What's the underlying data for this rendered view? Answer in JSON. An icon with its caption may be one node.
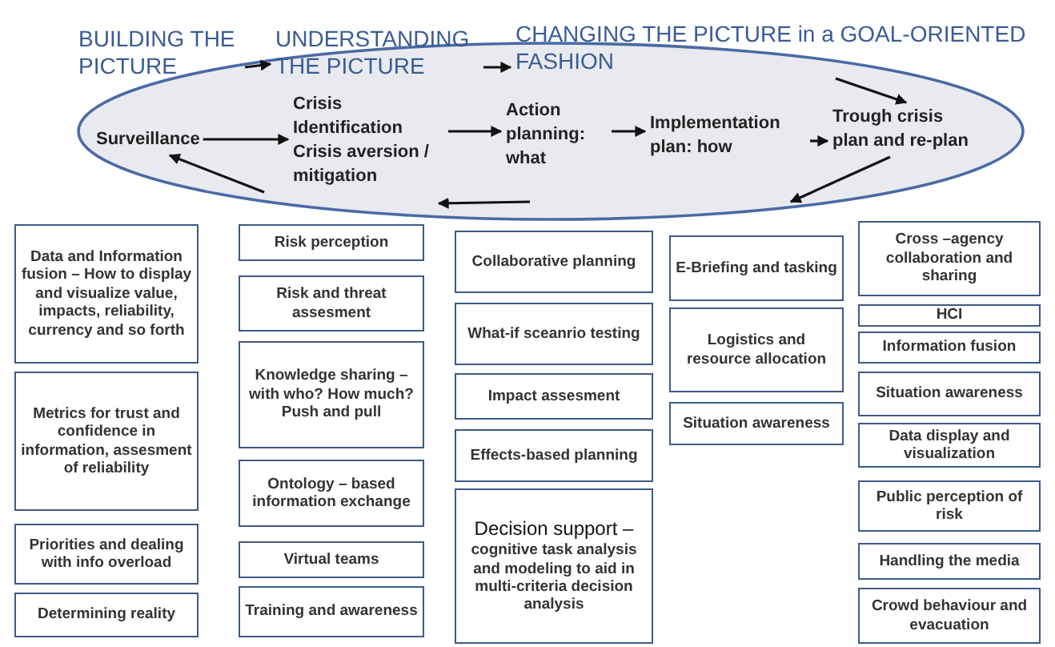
{
  "diagram": {
    "nodes": [
      {
        "text": [
          "BUILDING THE PICTURE"
        ]
      },
      {
        "text": [
          "UNDERSTANDING THE PICTURE"
        ]
      },
      {
        "text": [
          "CHANGING THE PICTURE in a GOAL-ORIENTED FASHION"
        ]
      },
      {
        "text": [],
        "shape": "ellipse"
      },
      {
        "text": [
          "Surveillance"
        ],
        "in": 3
      },
      {
        "text": [
          "Crisis Identification Crisis aversion / mitigation"
        ],
        "in": 3
      },
      {
        "text": [
          "Action planning: what"
        ],
        "in": 3
      },
      {
        "text": [
          "Implementation plan: how"
        ],
        "in": 3
      },
      {
        "text": [
          "Trough crisis plan and re-plan"
        ],
        "in": 3
      },
      {
        "text": [
          "Data and Information fusion – How to display and visualize value, impacts, reliability, currency and so forth"
        ]
      },
      {
        "text": [
          "Metrics for trust and confidence in information, assesment of reliability"
        ]
      },
      {
        "text": [
          "Priorities and dealing with info overload"
        ]
      },
      {
        "text": [
          "Determining reality"
        ]
      },
      {
        "text": [
          "Risk perception"
        ]
      },
      {
        "text": [
          "Risk and threat assesment"
        ]
      },
      {
        "text": [
          "Knowledge sharing – with who? How much? Push and pull"
        ]
      },
      {
        "text": [
          "Ontology – based information exchange"
        ]
      },
      {
        "text": [
          "Virtual teams"
        ]
      },
      {
        "text": [
          "Training and awareness"
        ]
      },
      {
        "text": [
          "Collaborative planning"
        ]
      },
      {
        "text": [
          "What-if sceanrio testing"
        ]
      },
      {
        "text": [
          "Impact assesment"
        ]
      },
      {
        "text": [
          "Effects-based planning"
        ]
      },
      {
        "text": [
          "Decision support –",
          "cognitive task analysis and modeling to aid in multi-criteria decision analysis"
        ]
      },
      {
        "text": [
          "E-Briefing and tasking"
        ]
      },
      {
        "text": [
          "Logistics and resource allocation"
        ]
      },
      {
        "text": [
          "Situation awareness"
        ]
      },
      {
        "text": [
          "Cross –agency collaboration and sharing"
        ]
      },
      {
        "text": [
          "HCI"
        ]
      },
      {
        "text": [
          "Information fusion"
        ]
      },
      {
        "text": [
          "Situation awareness"
        ]
      },
      {
        "text": [
          "Data display and visualization"
        ]
      },
      {
        "text": [
          "Public perception of risk"
        ]
      },
      {
        "text": [
          "Handling the media"
        ]
      },
      {
        "text": [
          "Crowd behaviour and evacuation"
        ]
      }
    ],
    "edges": [
      {
        "from": 0,
        "to": 1,
        "arrow": "to"
      },
      {
        "from": 1,
        "to": 2,
        "arrow": "to"
      },
      {
        "from": 2,
        "to": 8,
        "arrow": "to"
      },
      {
        "from": 4,
        "to": 5,
        "arrow": "to"
      },
      {
        "from": 5,
        "to": 6,
        "arrow": "to"
      },
      {
        "from": 6,
        "to": 7,
        "arrow": "to"
      },
      {
        "from": 7,
        "to": 8,
        "arrow": "to"
      },
      {
        "from": 8,
        "to": null,
        "arrow": "to"
      },
      {
        "from": null,
        "to": 4,
        "arrow": "to"
      }
    ]
  }
}
